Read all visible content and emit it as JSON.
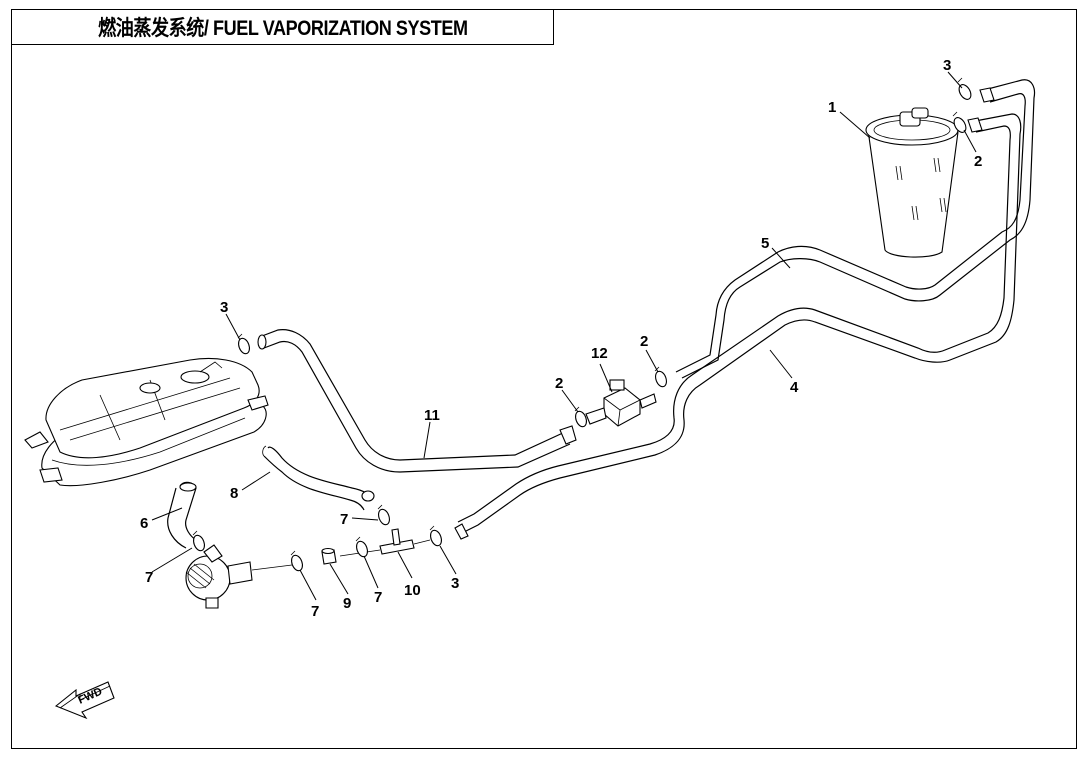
{
  "title": "燃油蒸发系统/ FUEL VAPORIZATION SYSTEM",
  "forward_indicator": "FWD",
  "callouts": {
    "c1": "1",
    "c2a": "2",
    "c2b": "2",
    "c2c": "2",
    "c3a": "3",
    "c3b": "3",
    "c3c": "3",
    "c4": "4",
    "c5": "5",
    "c6": "6",
    "c7a": "7",
    "c7b": "7",
    "c7c": "7",
    "c7d": "7",
    "c8": "8",
    "c9": "9",
    "c10": "10",
    "c11": "11",
    "c12": "12"
  }
}
